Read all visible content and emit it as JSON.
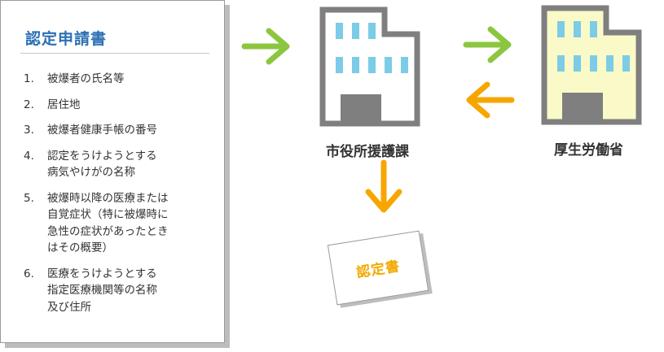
{
  "application": {
    "title": "認定申請書",
    "items": [
      {
        "num": "1.",
        "text": "被爆者の氏名等"
      },
      {
        "num": "2.",
        "text": "居住地"
      },
      {
        "num": "3.",
        "text": "被爆者健康手帳の番号"
      },
      {
        "num": "4.",
        "text": "認定をうけようとする\n病気やけがの名称"
      },
      {
        "num": "5.",
        "text": "被爆時以降の医療または\n自覚症状（特に被爆時に\n急性の症状があったとき\nはその概要）"
      },
      {
        "num": "6.",
        "text": "医療をうけようとする\n指定医療機関等の名称\n及び住所"
      }
    ]
  },
  "city_office": {
    "label": "市役所援護課"
  },
  "ministry": {
    "label": "厚生労働省"
  },
  "certificate": {
    "label": "認定書"
  },
  "colors": {
    "green_arrow": "#8cc63f",
    "orange_arrow": "#f7a600",
    "building_gray": "#7f7f7f",
    "ministry_fill": "#fafac8",
    "window_blue": "#7ccce6"
  }
}
